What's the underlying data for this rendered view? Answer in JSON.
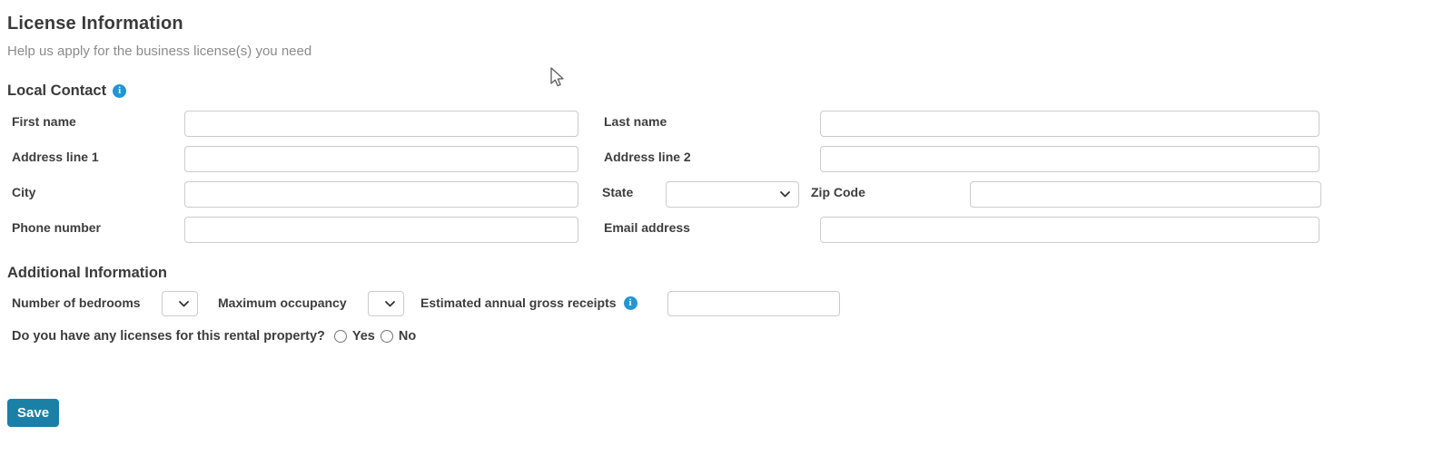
{
  "page": {
    "title": "License Information",
    "subtitle": "Help us apply for the business license(s) you need"
  },
  "icons": {
    "info_glyph": "i"
  },
  "local_contact": {
    "heading": "Local Contact",
    "fields": {
      "first_name": {
        "label": "First name",
        "value": "",
        "placeholder": ""
      },
      "last_name": {
        "label": "Last name",
        "value": "",
        "placeholder": ""
      },
      "address1": {
        "label": "Address line 1",
        "value": "",
        "placeholder": ""
      },
      "address2": {
        "label": "Address line 2",
        "value": "",
        "placeholder": ""
      },
      "city": {
        "label": "City",
        "value": "",
        "placeholder": ""
      },
      "state": {
        "label": "State",
        "selected_value": ""
      },
      "zip": {
        "label": "Zip Code",
        "value": "",
        "placeholder": ""
      },
      "phone": {
        "label": "Phone number",
        "value": "",
        "placeholder": ""
      },
      "email": {
        "label": "Email address",
        "value": "",
        "placeholder": ""
      }
    }
  },
  "additional_information": {
    "heading": "Additional Information",
    "bedrooms": {
      "label": "Number of bedrooms",
      "selected_value": ""
    },
    "occupancy": {
      "label": "Maximum occupancy",
      "selected_value": ""
    },
    "gross_receipts": {
      "label": "Estimated annual gross receipts",
      "value": "",
      "placeholder": ""
    },
    "license_question": {
      "label": "Do you have any licenses for this rental property?",
      "options": [
        {
          "label": "Yes",
          "selected": false
        },
        {
          "label": "No",
          "selected": false
        }
      ]
    }
  },
  "actions": {
    "save_label": "Save"
  },
  "colors": {
    "accent_info_blue": "#2196d3",
    "save_button_bg": "#1b80a5",
    "heading_text": "#3a3a3a",
    "subtitle_text": "#8b8b8b",
    "label_text": "#3d3d3d",
    "input_border": "#cbcbcb"
  }
}
